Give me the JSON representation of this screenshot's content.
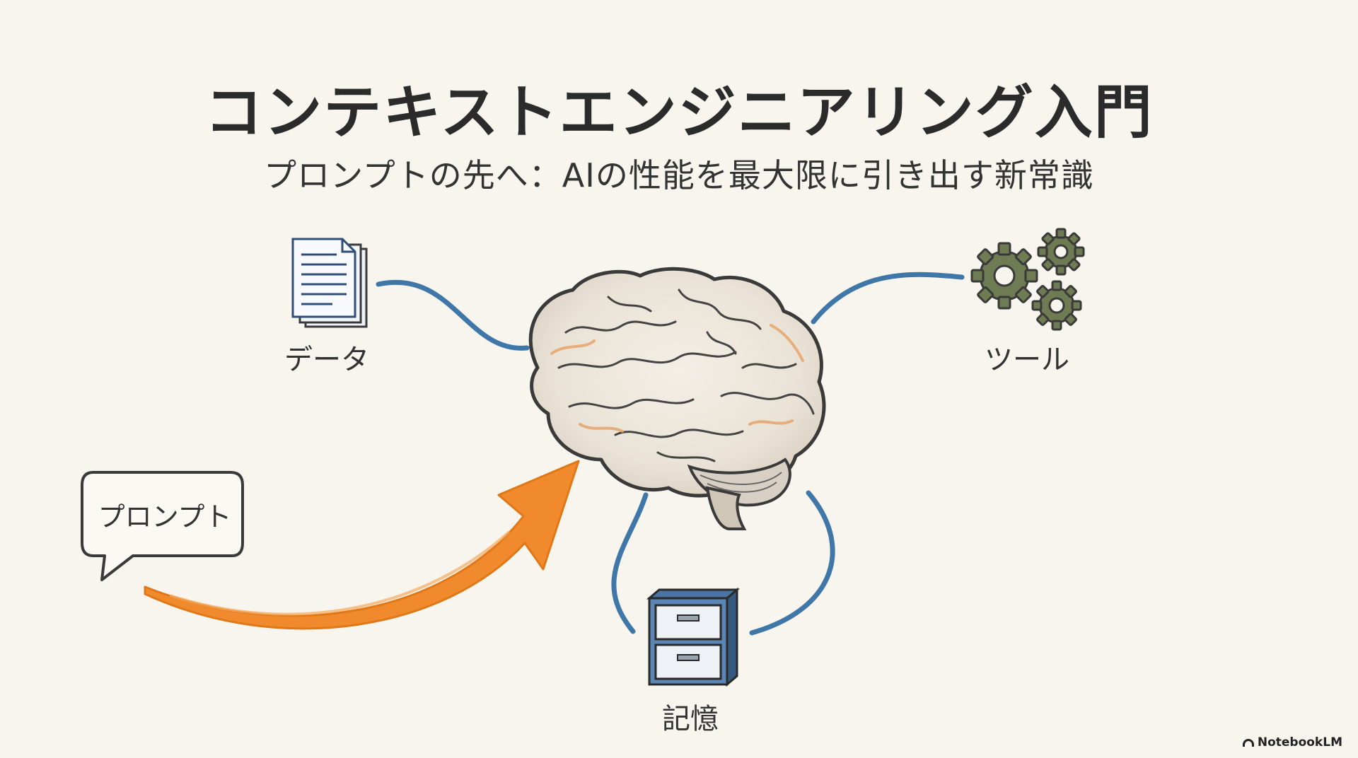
{
  "slide": {
    "title": "コンテキストエンジニアリング入門",
    "subtitle": "プロンプトの先へ：AIの性能を最大限に引き出す新常識"
  },
  "diagram": {
    "nodes": {
      "data": {
        "label": "データ",
        "icon": "document-stack-icon"
      },
      "tools": {
        "label": "ツール",
        "icon": "gears-icon"
      },
      "memory": {
        "label": "記憶",
        "icon": "file-cabinet-icon"
      },
      "prompt": {
        "label": "プロンプト",
        "icon": "speech-bubble-icon"
      },
      "center": {
        "icon": "brain-icon"
      }
    },
    "colors": {
      "connector": "#3f77a8",
      "arrow": "#f08a2c",
      "brain_accent": "#e6a46a",
      "gear": "#6f7b52",
      "outline": "#3a3a3a"
    }
  },
  "branding": {
    "label": "NotebookLM"
  }
}
